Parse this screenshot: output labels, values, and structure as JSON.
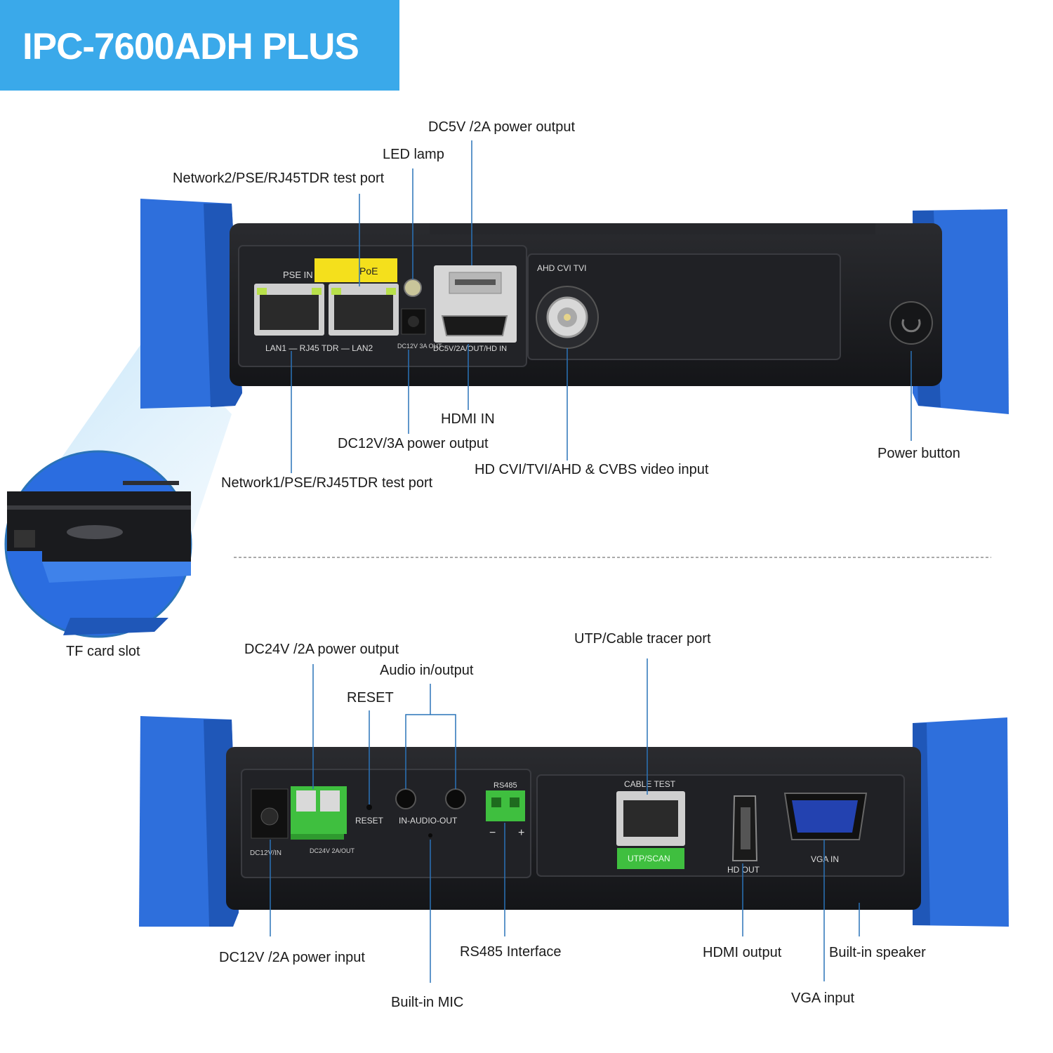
{
  "title": "IPC-7600ADH PLUS",
  "colors": {
    "banner": "#3aa9ea",
    "bumper": "#2e6fdc",
    "body": "#1b1c1f",
    "poe": "#f4e01c",
    "terminal": "#3fbf3f"
  },
  "top_panel": {
    "port_labels": {
      "pse_in": "PSE IN",
      "poe": "PoE",
      "lan_row": "LAN1 — RJ45 TDR — LAN2",
      "dc12_out": "DC12V 3A OUT",
      "dc5_hdmi": "DC5V/2A/OUT/HD IN",
      "ahd_cvi_tvi": "AHD  CVI  TVI"
    },
    "callouts": {
      "dc5v_output": "DC5V /2A power output",
      "led_lamp": "LED lamp",
      "network2": "Network2/PSE/RJ45TDR test port",
      "hdmi_in": "HDMI IN",
      "dc12v_output": "DC12V/3A power output",
      "hd_video_input": "HD CVI/TVI/AHD & CVBS video input",
      "network1": "Network1/PSE/RJ45TDR test port",
      "power_button": "Power button",
      "tf_card_slot": "TF card slot"
    }
  },
  "bottom_panel": {
    "port_labels": {
      "dc12v_in": "DC12V/IN",
      "dc24v_out": "DC24V 2A/OUT",
      "reset": "RESET",
      "audio": "IN-AUDIO-OUT",
      "rs485": "RS485",
      "minus": "−",
      "plus": "+",
      "cable_test": "CABLE TEST",
      "utp_scan": "UTP/SCAN",
      "hd_out": "HD OUT",
      "vga_in": "VGA IN"
    },
    "callouts": {
      "dc24v_output": "DC24V /2A power output",
      "audio_io": "Audio  in/output",
      "reset": "RESET",
      "utp_tracer": "UTP/Cable tracer port",
      "dc12v_input": "DC12V /2A  power input",
      "rs485_interface": "RS485 Interface",
      "builtin_mic": "Built-in MIC",
      "hdmi_output": "HDMI output",
      "builtin_speaker": "Built-in speaker",
      "vga_input": "VGA input"
    }
  }
}
